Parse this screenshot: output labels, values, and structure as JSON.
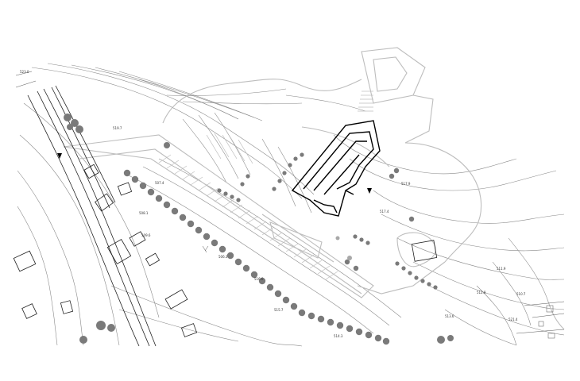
{
  "map": {
    "type": "site plan",
    "style": "black linework on white",
    "colors": {
      "background": "#ffffff",
      "linework": "#222222",
      "contours": "#8a8a8a",
      "trees": "#7a7a7a",
      "proposal": "#000000"
    },
    "markers": {
      "north_arrow_left": "triangle-marker",
      "north_arrow_right": "triangle-marker"
    }
  },
  "labels": [
    {
      "id": "elev-1",
      "text": "519.7"
    },
    {
      "id": "elev-2",
      "text": "517.9"
    },
    {
      "id": "elev-3",
      "text": "517.4"
    },
    {
      "id": "elev-4",
      "text": "516.6"
    },
    {
      "id": "elev-5",
      "text": "515.7"
    },
    {
      "id": "elev-6",
      "text": "514.3"
    },
    {
      "id": "elev-7",
      "text": "513.6"
    },
    {
      "id": "elev-8",
      "text": "512.8"
    },
    {
      "id": "elev-9",
      "text": "511.9"
    },
    {
      "id": "elev-10",
      "text": "510.7"
    },
    {
      "id": "elev-11",
      "text": "509.6"
    },
    {
      "id": "elev-12",
      "text": "508.1"
    },
    {
      "id": "elev-13",
      "text": "507.4"
    },
    {
      "id": "elev-14",
      "text": "506.3"
    },
    {
      "id": "elev-15",
      "text": "523.0"
    },
    {
      "id": "elev-16",
      "text": "521.4"
    }
  ]
}
